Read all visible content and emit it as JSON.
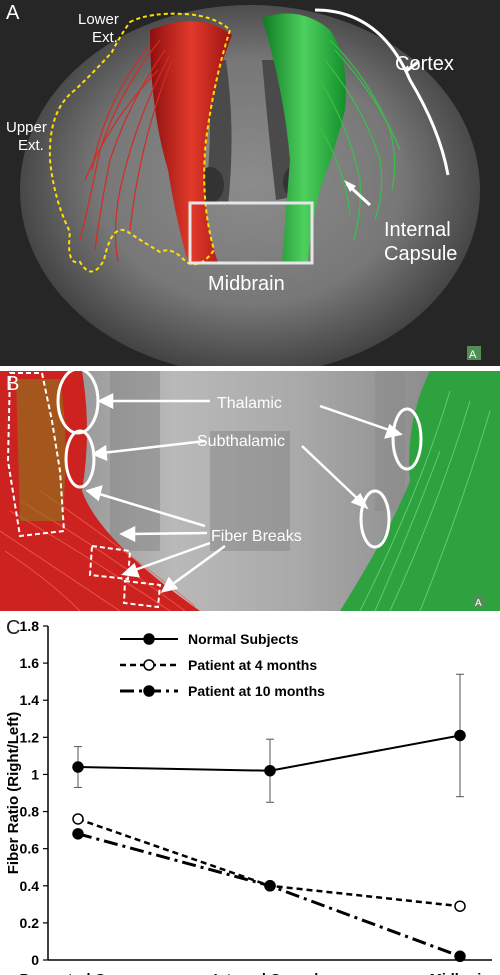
{
  "panelA": {
    "letter": "A",
    "labels": {
      "lower_ext": [
        "Lower",
        "Ext."
      ],
      "upper_ext": [
        "Upper",
        "Ext."
      ],
      "cortex": "Cortex",
      "internal_capsule": [
        "Internal",
        "Capsule"
      ],
      "midbrain": "Midbrain",
      "orientation": "A"
    },
    "colors": {
      "left_tract": "#cc1f1f",
      "right_tract": "#22b33a",
      "outline": "#ffe000"
    }
  },
  "panelB": {
    "letter": "B",
    "labels": {
      "thalamic": "Thalamic",
      "subthalamic": "Subthalamic",
      "fiber_breaks": "Fiber Breaks",
      "orientation": "A"
    }
  },
  "panelC": {
    "letter": "C"
  },
  "chart_data": {
    "type": "line",
    "categories": [
      "Precentral Gyrus",
      "Internal Capsule",
      "Midbrain"
    ],
    "ylabel": "Fiber Ratio (Right/Left)",
    "ylim": [
      0,
      1.8
    ],
    "yticks": [
      "0",
      "0.2",
      "0.4",
      "0.6",
      "0.8",
      "1",
      "1.2",
      "1.4",
      "1.6",
      "1.8"
    ],
    "grid": false,
    "legend_position": "top",
    "series": [
      {
        "name": "Normal Subjects",
        "values": [
          1.04,
          1.02,
          1.21
        ],
        "error": [
          0.11,
          0.17,
          0.33
        ],
        "style": "solid",
        "marker": "filled"
      },
      {
        "name": "Patient at 4 months",
        "values": [
          0.76,
          0.4,
          0.29
        ],
        "style": "dashed",
        "marker": "open"
      },
      {
        "name": "Patient at 10 months",
        "values": [
          0.68,
          0.4,
          0.02
        ],
        "style": "dashdot",
        "marker": "filled"
      }
    ]
  }
}
